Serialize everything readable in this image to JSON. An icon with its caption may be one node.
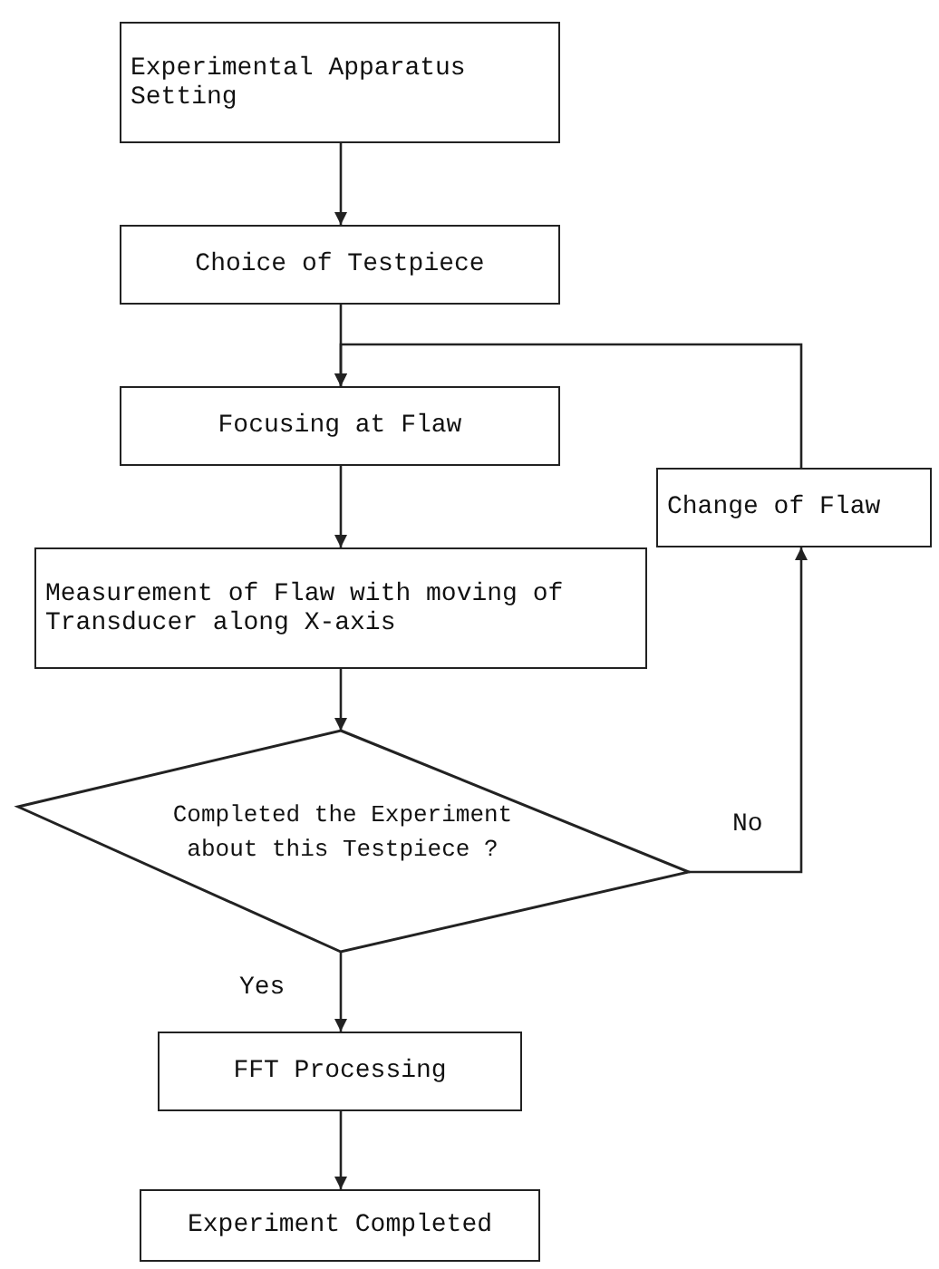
{
  "diagram": {
    "nodes": [
      {
        "text": [
          "Experimental Apparatus Setting"
        ]
      },
      {
        "text": [
          "Choice of Testpiece"
        ]
      },
      {
        "text": [
          "Focusing at Flaw"
        ]
      },
      {
        "text": [
          "Change of Flaw"
        ]
      },
      {
        "text": [
          "Measurement of Flaw with moving of Transducer along X-axis"
        ]
      },
      {
        "text": [
          "Completed the Experiment about this Testpiece ?"
        ]
      },
      {
        "text": [
          "FFT Processing"
        ]
      },
      {
        "text": [
          "Experiment Completed"
        ]
      }
    ],
    "edges": [
      {
        "from": 0,
        "to": 1,
        "arrow": "to"
      },
      {
        "from": 1,
        "to": 2,
        "arrow": "to"
      },
      {
        "from": 2,
        "to": 4,
        "arrow": "to"
      },
      {
        "from": 4,
        "to": 5,
        "arrow": "to"
      },
      {
        "from": 5,
        "to": 3,
        "arrow": "to",
        "label": "No"
      },
      {
        "from": 3,
        "to": 2,
        "arrow": "to"
      },
      {
        "from": 5,
        "to": 6,
        "arrow": "to",
        "label": "Yes"
      },
      {
        "from": 6,
        "to": 7,
        "arrow": "to"
      }
    ]
  }
}
